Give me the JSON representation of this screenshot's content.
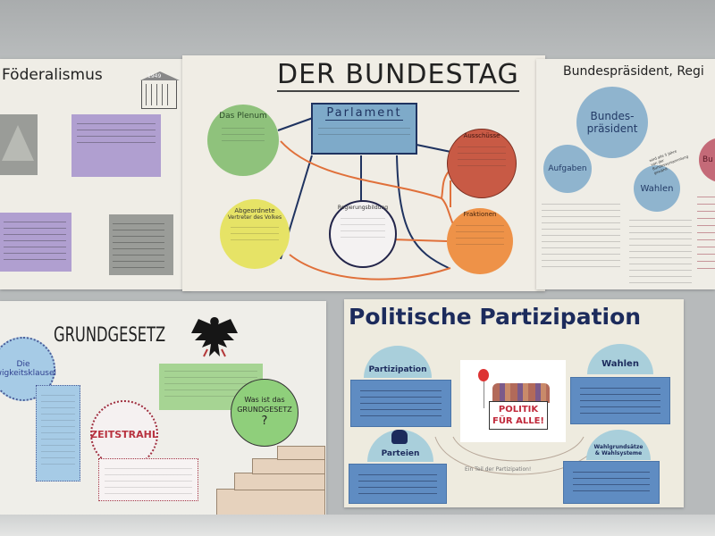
{
  "posters": {
    "foederalismus": {
      "title": "Föderalismus",
      "year_badge": "1949"
    },
    "bundestag": {
      "title": "DER BUNDESTAG",
      "parlament": "Parlament",
      "plenum": "Das Plenum",
      "ausschuesse": "Ausschüsse",
      "abgeordnete": "Abgeordnete",
      "abgeordnete_sub": "Vertreter des Volkes",
      "regierungsbildung": "Regierungsbildung",
      "fraktionen": "Fraktionen"
    },
    "bundespraesident": {
      "title": "Bundespräsident, Regi",
      "main_circle": "Bundes-präsident",
      "aufgaben": "Aufgaben",
      "wahlen": "Wahlen",
      "red_circle": "Bu m",
      "arrow_note": "wird alle 5 Jahre von der Bundesversammlung gewählt"
    },
    "grundgesetz": {
      "title": "GRUNDGESETZ",
      "klausel": "Die Ewigkeitsklausel",
      "zeitstrahl": "ZEITSTRAHL",
      "question": "Was ist das GRUNDGESETZ",
      "question_mark": "?"
    },
    "partizipation": {
      "title": "Politische Partizipation",
      "partizipation": "Partizipation",
      "parteien": "Parteien",
      "wahlen": "Wahlen",
      "wahlgrundsaetze": "Wahlgrundsätze & Wahlsysteme",
      "picture_text": "POLITIK FÜR ALLE!",
      "arc_text": "Ein Teil der Partizipation!"
    }
  },
  "colors": {
    "wall": "#b7babb",
    "paper": "#efede6",
    "navy": "#1c2b5c",
    "blue_card": "#5f8cc2"
  }
}
